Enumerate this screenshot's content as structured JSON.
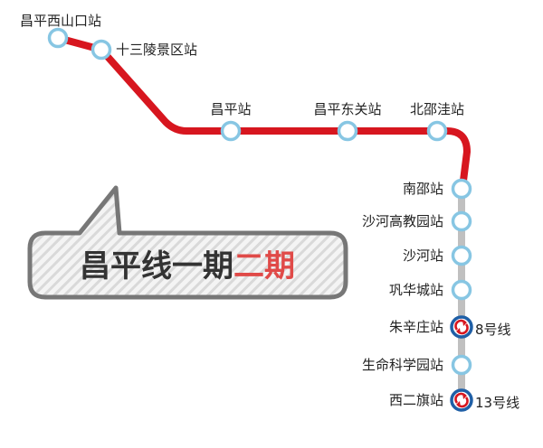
{
  "line": {
    "phase1_color": "#d7161f",
    "phase2_color": "#c0c0c0",
    "station_stroke": "#87c6e3",
    "transfer_stroke": "#1f5fa6",
    "transfer_arrow_color": "#d7161f"
  },
  "stations": [
    {
      "name": "昌平西山口站",
      "phase": 1,
      "transfer": false
    },
    {
      "name": "十三陵景区站",
      "phase": 1,
      "transfer": false
    },
    {
      "name": "昌平站",
      "phase": 1,
      "transfer": false
    },
    {
      "name": "昌平东关站",
      "phase": 1,
      "transfer": false
    },
    {
      "name": "北邵洼站",
      "phase": 1,
      "transfer": false
    },
    {
      "name": "南邵站",
      "phase": 1,
      "transfer": false
    },
    {
      "name": "沙河高教园站",
      "phase": 2,
      "transfer": false
    },
    {
      "name": "沙河站",
      "phase": 2,
      "transfer": false
    },
    {
      "name": "巩华城站",
      "phase": 2,
      "transfer": false
    },
    {
      "name": "朱辛庄站",
      "phase": 2,
      "transfer": true,
      "transfer_line": "8号线"
    },
    {
      "name": "生命科学园站",
      "phase": 2,
      "transfer": false
    },
    {
      "name": "西二旗站",
      "phase": 2,
      "transfer": true,
      "transfer_line": "13号线"
    }
  ],
  "title": {
    "part1": "昌平线",
    "part1_color": "#333333",
    "part2": "一期",
    "part2_color": "#333333",
    "part3": "二期",
    "part3_color": "#e04a48"
  }
}
